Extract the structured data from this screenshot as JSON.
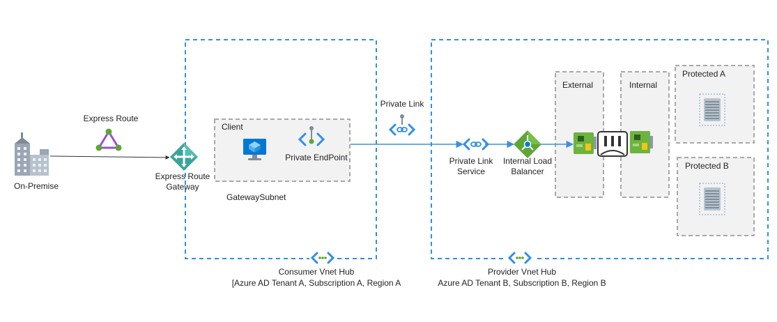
{
  "nodes": {
    "on_premise": "On-Premise",
    "express_route": "Express Route",
    "express_route_gateway": [
      "Express Route",
      "Gateway"
    ],
    "client": "Client",
    "private_endpoint": "Private EndPoint",
    "gateway_subnet": "GatewaySubnet",
    "private_link": "Private Link",
    "private_link_service": [
      "Private Link",
      "Service"
    ],
    "internal_load_balancer": [
      "Internal Load",
      "Balancer"
    ],
    "external": "External",
    "internal": "Internal",
    "protected_a": "Protected A",
    "protected_b": "Protected B"
  },
  "hubs": {
    "consumer": [
      "Consumer Vnet Hub",
      "[Azure AD Tenant A, Subscription A, Region A"
    ],
    "provider": [
      "Provider Vnet Hub",
      "Azure AD Tenant B, Subscription B, Region B"
    ]
  },
  "colors": {
    "dashed_blue": "#2f8fe8",
    "dashed_gray": "#a8a8a8",
    "gray_fill": "#f2f2f2",
    "link_line": "#3b8fe0",
    "azure_blue": "#0078d4",
    "green": "#5ea635",
    "purple": "#9b4fd6",
    "teal": "#3aa39a"
  }
}
